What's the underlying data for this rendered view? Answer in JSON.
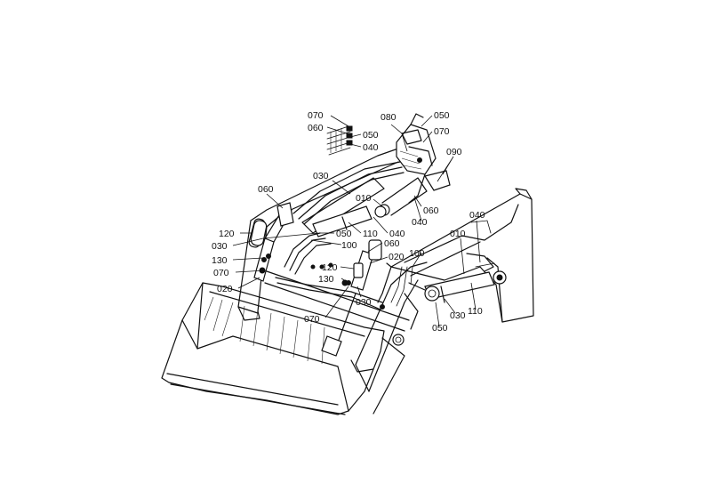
{
  "colors": {
    "ink": "#111111",
    "paper": "#ffffff"
  },
  "callouts": [
    {
      "id": "c1",
      "text": "070"
    },
    {
      "id": "c2",
      "text": "060"
    },
    {
      "id": "c3",
      "text": "050"
    },
    {
      "id": "c4",
      "text": "040"
    },
    {
      "id": "c5",
      "text": "080"
    },
    {
      "id": "c6",
      "text": "050"
    },
    {
      "id": "c7",
      "text": "070"
    },
    {
      "id": "c8",
      "text": "090"
    },
    {
      "id": "c9",
      "text": "030"
    },
    {
      "id": "c10",
      "text": "060"
    },
    {
      "id": "c11",
      "text": "010"
    },
    {
      "id": "c12",
      "text": "060"
    },
    {
      "id": "c13",
      "text": "040"
    },
    {
      "id": "c14",
      "text": "040"
    },
    {
      "id": "c15",
      "text": "120"
    },
    {
      "id": "c16",
      "text": "050"
    },
    {
      "id": "c17",
      "text": "110"
    },
    {
      "id": "c18",
      "text": "040"
    },
    {
      "id": "c19",
      "text": "010"
    },
    {
      "id": "c20",
      "text": "030"
    },
    {
      "id": "c21",
      "text": "100"
    },
    {
      "id": "c22",
      "text": "060"
    },
    {
      "id": "c23",
      "text": "130"
    },
    {
      "id": "c24",
      "text": "020"
    },
    {
      "id": "c25",
      "text": "100"
    },
    {
      "id": "c26",
      "text": "070"
    },
    {
      "id": "c27",
      "text": "120"
    },
    {
      "id": "c28",
      "text": "130"
    },
    {
      "id": "c29",
      "text": "020"
    },
    {
      "id": "c30",
      "text": "030"
    },
    {
      "id": "c31",
      "text": "070"
    },
    {
      "id": "c32",
      "text": "030"
    },
    {
      "id": "c33",
      "text": "110"
    },
    {
      "id": "c34",
      "text": "050"
    }
  ]
}
